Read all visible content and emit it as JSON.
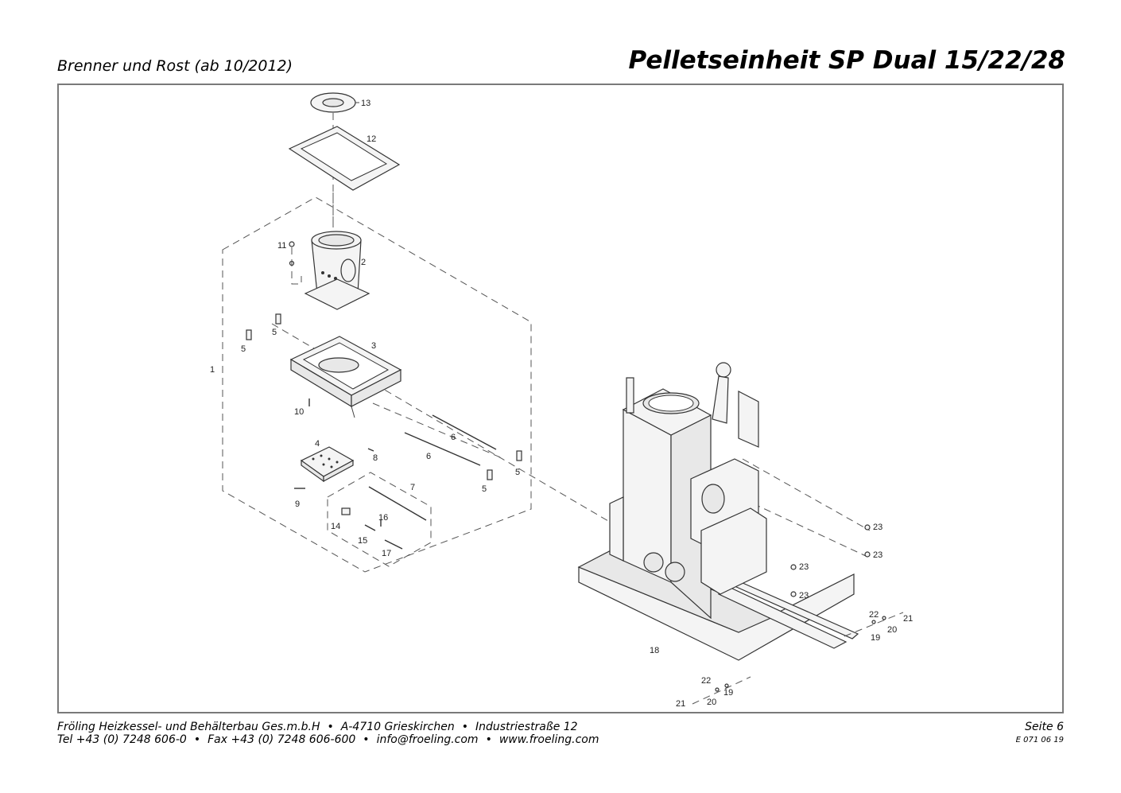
{
  "header": {
    "subtitle": "Brenner und Rost (ab 10/2012)",
    "title": "Pelletseinheit SP Dual 15/22/28"
  },
  "footer": {
    "company": "Fröling Heizkessel- und Behälterbau Ges.m.b.H",
    "address_city": "A-4710 Grieskirchen",
    "address_street": "Industriestraße 12",
    "tel": "Tel +43 (0) 7248 606-0",
    "fax": "Fax +43 (0) 7248 606-600",
    "email": "info@froeling.com",
    "web": "www.froeling.com",
    "bullet": "•",
    "page": "Seite 6",
    "doc_code": "E 071 06 19"
  },
  "diagram": {
    "part_labels": [
      {
        "id": "p13",
        "text": "13"
      },
      {
        "id": "p12",
        "text": "12"
      },
      {
        "id": "p11",
        "text": "11"
      },
      {
        "id": "p2",
        "text": "2"
      },
      {
        "id": "p5a",
        "text": "5"
      },
      {
        "id": "p5b",
        "text": "5"
      },
      {
        "id": "p3",
        "text": "3"
      },
      {
        "id": "p1",
        "text": "1"
      },
      {
        "id": "p10",
        "text": "10"
      },
      {
        "id": "p6a",
        "text": "6"
      },
      {
        "id": "p6b",
        "text": "6"
      },
      {
        "id": "p4",
        "text": "4"
      },
      {
        "id": "p8",
        "text": "8"
      },
      {
        "id": "p5c",
        "text": "5"
      },
      {
        "id": "p5d",
        "text": "5"
      },
      {
        "id": "p7",
        "text": "7"
      },
      {
        "id": "p9",
        "text": "9"
      },
      {
        "id": "p16",
        "text": "16"
      },
      {
        "id": "p14",
        "text": "14"
      },
      {
        "id": "p15",
        "text": "15"
      },
      {
        "id": "p17",
        "text": "17"
      },
      {
        "id": "p23a",
        "text": "23"
      },
      {
        "id": "p23b",
        "text": "23"
      },
      {
        "id": "p23c",
        "text": "23"
      },
      {
        "id": "p23d",
        "text": "23"
      },
      {
        "id": "p22a",
        "text": "22"
      },
      {
        "id": "p21a",
        "text": "21"
      },
      {
        "id": "p20a",
        "text": "20"
      },
      {
        "id": "p19a",
        "text": "19"
      },
      {
        "id": "p18",
        "text": "18"
      },
      {
        "id": "p22b",
        "text": "22"
      },
      {
        "id": "p19b",
        "text": "19"
      },
      {
        "id": "p21b",
        "text": "21"
      },
      {
        "id": "p20b",
        "text": "20"
      }
    ]
  }
}
